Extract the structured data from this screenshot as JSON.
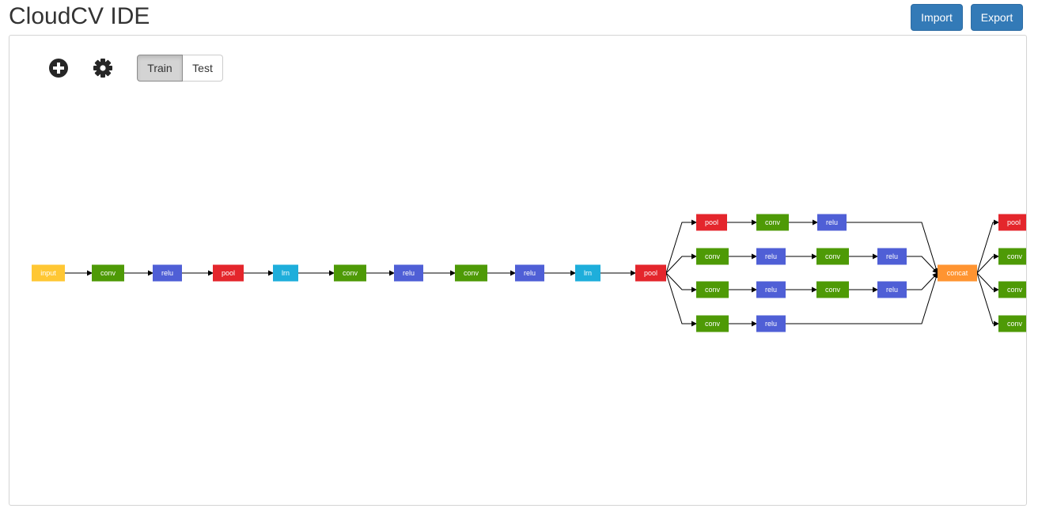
{
  "header": {
    "title": "CloudCV IDE",
    "import_label": "Import",
    "export_label": "Export"
  },
  "toolbar": {
    "add_icon": "plus-circle-icon",
    "settings_icon": "gear-icon",
    "phases": [
      "Train",
      "Test"
    ],
    "active_phase": "Train"
  },
  "layer_colors": {
    "input": "#ffc734",
    "conv": "#4e9a06",
    "relu": "#4f5fd6",
    "pool": "#e4262c",
    "lrn": "#1eaedb",
    "concat": "#ff9431"
  },
  "network": {
    "layers": [
      {
        "id": "l1",
        "type": "input",
        "label": "input"
      },
      {
        "id": "l2",
        "type": "conv",
        "label": "conv"
      },
      {
        "id": "l3",
        "type": "relu",
        "label": "relu"
      },
      {
        "id": "l4",
        "type": "pool",
        "label": "pool"
      },
      {
        "id": "l5",
        "type": "lrn",
        "label": "lrn"
      },
      {
        "id": "l6",
        "type": "conv",
        "label": "conv"
      },
      {
        "id": "l7",
        "type": "relu",
        "label": "relu"
      },
      {
        "id": "l8",
        "type": "conv",
        "label": "conv"
      },
      {
        "id": "l9",
        "type": "relu",
        "label": "relu"
      },
      {
        "id": "l10",
        "type": "lrn",
        "label": "lrn"
      },
      {
        "id": "l11",
        "type": "pool",
        "label": "pool"
      },
      {
        "id": "b1a",
        "type": "pool",
        "label": "pool"
      },
      {
        "id": "b1b",
        "type": "conv",
        "label": "conv"
      },
      {
        "id": "b1c",
        "type": "relu",
        "label": "relu"
      },
      {
        "id": "b2a",
        "type": "conv",
        "label": "conv"
      },
      {
        "id": "b2b",
        "type": "relu",
        "label": "relu"
      },
      {
        "id": "b2c",
        "type": "conv",
        "label": "conv"
      },
      {
        "id": "b2d",
        "type": "relu",
        "label": "relu"
      },
      {
        "id": "b3a",
        "type": "conv",
        "label": "conv"
      },
      {
        "id": "b3b",
        "type": "relu",
        "label": "relu"
      },
      {
        "id": "b3c",
        "type": "conv",
        "label": "conv"
      },
      {
        "id": "b3d",
        "type": "relu",
        "label": "relu"
      },
      {
        "id": "b4a",
        "type": "conv",
        "label": "conv"
      },
      {
        "id": "b4b",
        "type": "relu",
        "label": "relu"
      },
      {
        "id": "cat",
        "type": "concat",
        "label": "concat"
      },
      {
        "id": "n1",
        "type": "pool",
        "label": "pool"
      },
      {
        "id": "n2",
        "type": "conv",
        "label": "conv"
      },
      {
        "id": "n3",
        "type": "conv",
        "label": "conv"
      },
      {
        "id": "n4",
        "type": "conv",
        "label": "conv"
      }
    ],
    "links": [
      [
        "l1",
        "l2"
      ],
      [
        "l2",
        "l3"
      ],
      [
        "l3",
        "l4"
      ],
      [
        "l4",
        "l5"
      ],
      [
        "l5",
        "l6"
      ],
      [
        "l6",
        "l7"
      ],
      [
        "l7",
        "l8"
      ],
      [
        "l8",
        "l9"
      ],
      [
        "l9",
        "l10"
      ],
      [
        "l10",
        "l11"
      ],
      [
        "l11",
        "b1a"
      ],
      [
        "l11",
        "b2a"
      ],
      [
        "l11",
        "b3a"
      ],
      [
        "l11",
        "b4a"
      ],
      [
        "b1a",
        "b1b"
      ],
      [
        "b1b",
        "b1c"
      ],
      [
        "b2a",
        "b2b"
      ],
      [
        "b2b",
        "b2c"
      ],
      [
        "b2c",
        "b2d"
      ],
      [
        "b3a",
        "b3b"
      ],
      [
        "b3b",
        "b3c"
      ],
      [
        "b3c",
        "b3d"
      ],
      [
        "b4a",
        "b4b"
      ],
      [
        "b1c",
        "cat"
      ],
      [
        "b2d",
        "cat"
      ],
      [
        "b3d",
        "cat"
      ],
      [
        "b4b",
        "cat"
      ],
      [
        "cat",
        "n1"
      ],
      [
        "cat",
        "n2"
      ],
      [
        "cat",
        "n3"
      ],
      [
        "cat",
        "n4"
      ]
    ]
  }
}
